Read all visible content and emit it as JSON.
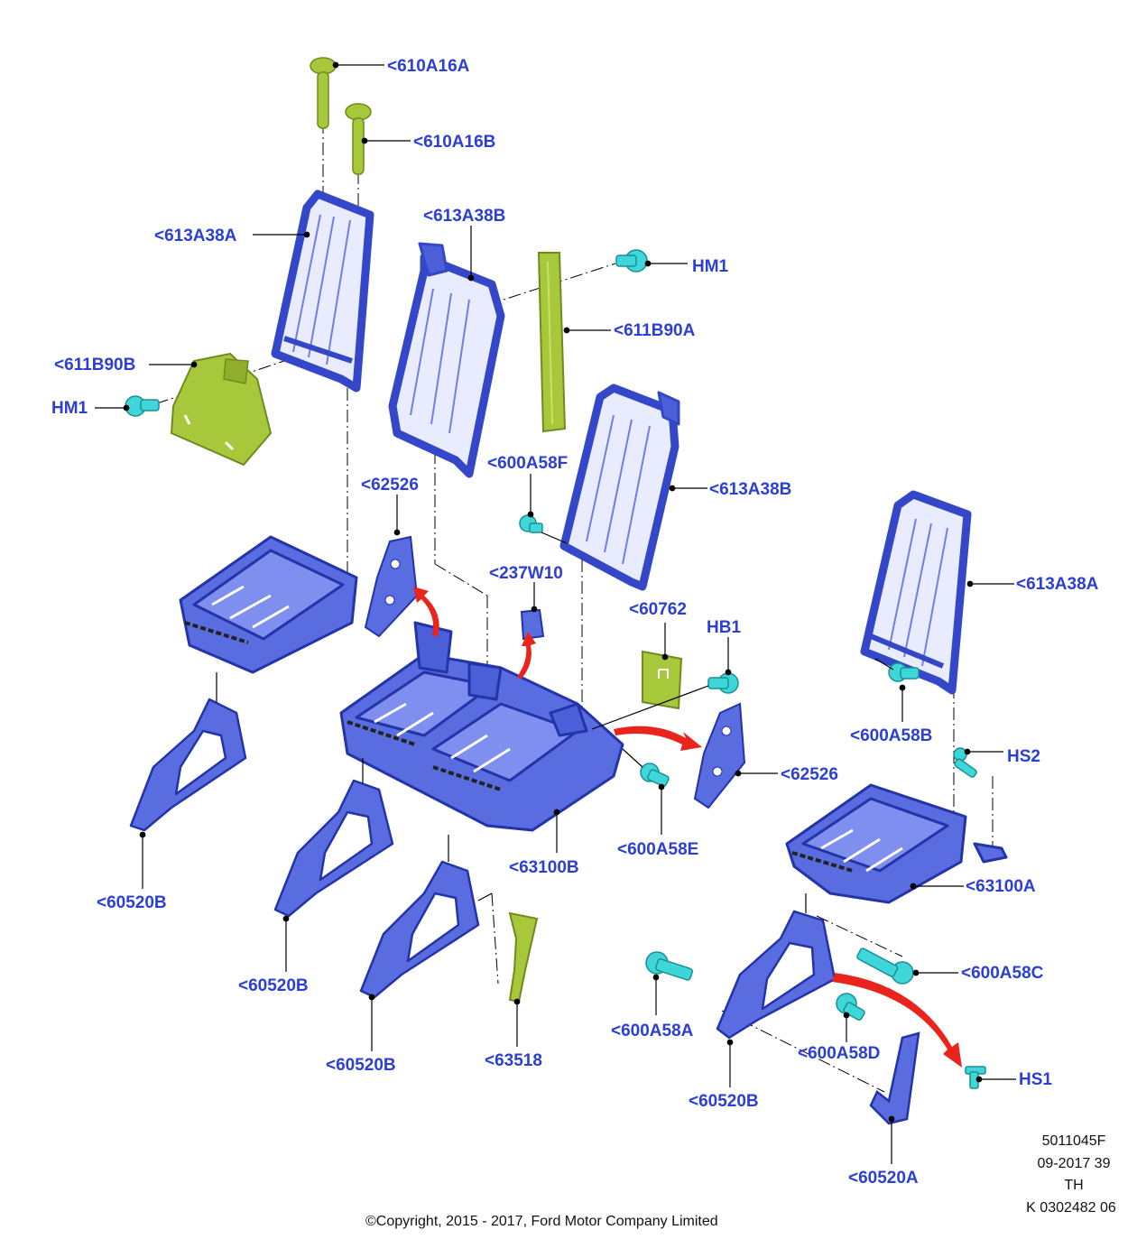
{
  "colors": {
    "frame_blue": "#4b5fd8",
    "frame_dark": "#2333a8",
    "frame_light": "#7f8ff0",
    "trim_green": "#a7c83a",
    "fastener_cyan": "#3fd6d9",
    "arrow_red": "#e8241c",
    "label_blue": "#2b3fd6",
    "leader": "#000000"
  },
  "callouts": {
    "c610A16A": "<610A16A",
    "c610A16B": "<610A16B",
    "c613A38A_top": "<613A38A",
    "c613A38B_mid": "<613A38B",
    "cHM1_right": "HM1",
    "c611B90A": "<611B90A",
    "c611B90B": "<611B90B",
    "cHM1_left": "HM1",
    "c600A58F": "<600A58F",
    "c613A38B_right": "<613A38B",
    "c62526_top": "<62526",
    "c237W10": "<237W10",
    "c60762": "<60762",
    "cHB1": "HB1",
    "c613A38A_right": "<613A38A",
    "c600A58B": "<600A58B",
    "cHS2": "HS2",
    "c62526_right": "<62526",
    "c600A58E": "<600A58E",
    "c63100B": "<63100B",
    "c63100A": "<63100A",
    "c60520B_1": "<60520B",
    "c60520B_2": "<60520B",
    "c60520B_3": "<60520B",
    "c60520B_4": "<60520B",
    "c63518": "<63518",
    "c600A58C": "<600A58C",
    "c600A58A": "<600A58A",
    "c600A58D": "<600A58D",
    "cHS1": "HS1",
    "c60520A": "<60520A"
  },
  "meta": {
    "line1": "5011045F",
    "line2": "09-2017 39",
    "line3": "TH",
    "line4": "K 0302482 06"
  },
  "copyright": "©Copyright, 2015 - 2017, Ford Motor Company Limited"
}
